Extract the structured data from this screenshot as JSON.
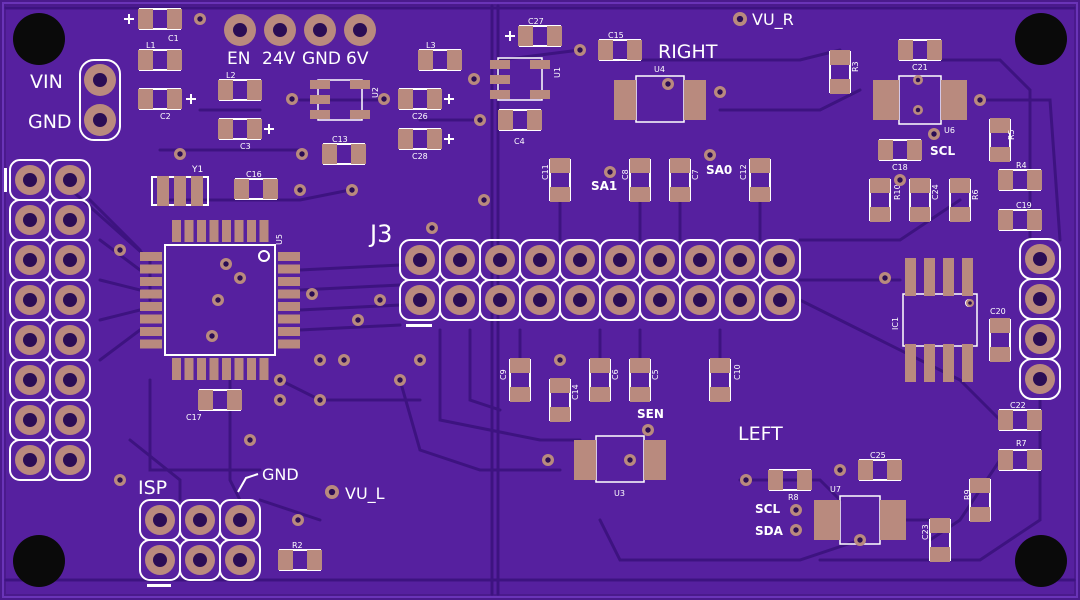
{
  "board": {
    "colors": {
      "substrate": "#4a1a8c",
      "pour": "#5a24a8",
      "trace": "#3d1380",
      "pad": "#b98a7e",
      "silk": "#ffffff",
      "hole": "#0a0a0a"
    }
  },
  "labels": {
    "vin": "VIN",
    "gnd_left": "GND",
    "en": "EN",
    "v24": "24V",
    "gnd_top": "GND",
    "v6": "6V",
    "j3": "J3",
    "isp": "ISP",
    "gnd_isp": "GND",
    "vu_l": "VU_L",
    "vu_r": "VU_R",
    "right": "RIGHT",
    "left": "LEFT",
    "sa1": "SA1",
    "sa0": "SA0",
    "scl_top": "SCL",
    "sen": "SEN",
    "scl_bottom": "SCL",
    "sda_bottom": "SDA"
  },
  "refdes": {
    "c1": "C1",
    "l1": "L1",
    "c2": "C2",
    "l2": "L2",
    "c3": "C3",
    "l3": "L3",
    "u2": "U2",
    "c26": "C26",
    "c28": "C28",
    "c13": "C13",
    "c16": "C16",
    "y1": "Y1",
    "u5": "U5",
    "c17": "C17",
    "r2": "R2",
    "c27": "C27",
    "u1": "U1",
    "c4": "C4",
    "c15": "C15",
    "u4": "U4",
    "c11": "C11",
    "c8": "C8",
    "c7": "C7",
    "c12": "C12",
    "c9": "C9",
    "c14": "C14",
    "c6": "C6",
    "c5": "C5",
    "c10": "C10",
    "u3": "U3",
    "r3": "R3",
    "c21": "C21",
    "u6": "U6",
    "r5": "R5",
    "c18": "C18",
    "r10": "R10",
    "c24": "C24",
    "r6": "R6",
    "r4": "R4",
    "c19": "C19",
    "ic1": "IC1",
    "c20": "C20",
    "c22": "C22",
    "r7": "R7",
    "r9": "R9",
    "c25": "C25",
    "r8": "R8",
    "u7": "U7",
    "c23": "C23"
  }
}
